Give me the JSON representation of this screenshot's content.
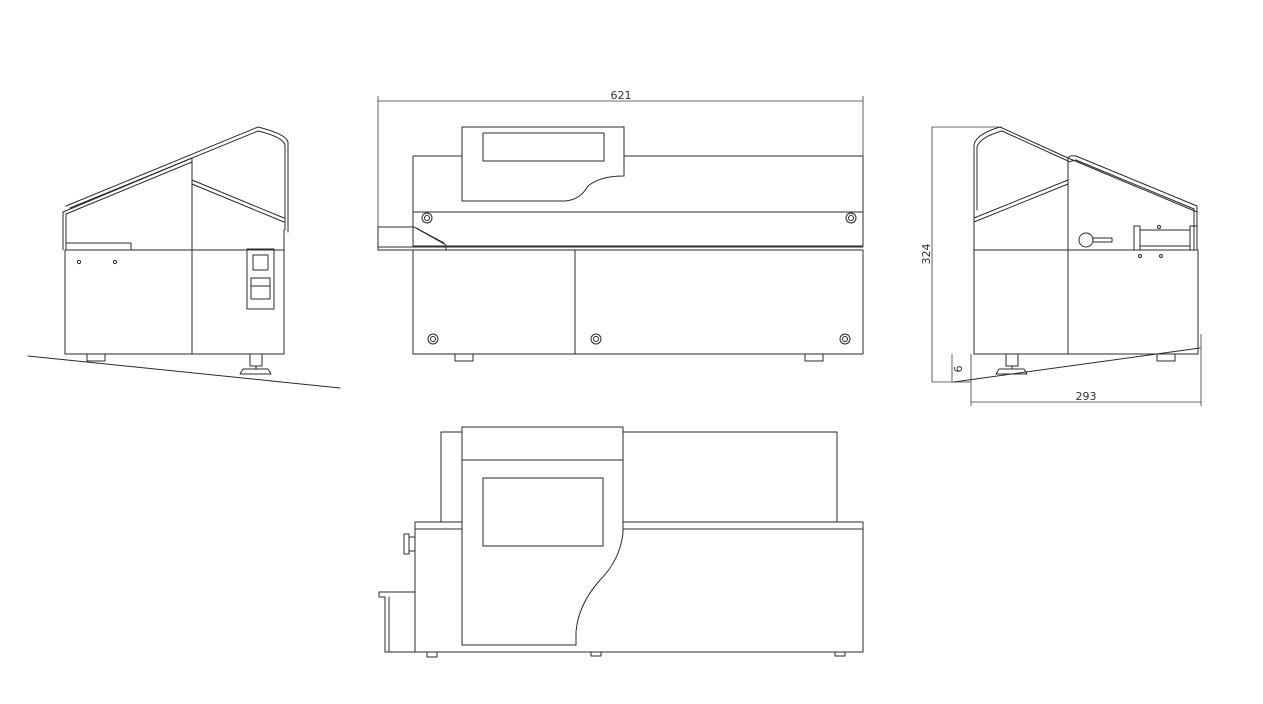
{
  "dimensions": {
    "width_label": "621",
    "height_label": "324",
    "depth_label": "293",
    "tilt_label": "6"
  },
  "views": [
    "left-side-view",
    "front-view",
    "right-side-view",
    "top-view"
  ],
  "colors": {
    "line": "#2b2b2b",
    "background": "#ffffff"
  }
}
